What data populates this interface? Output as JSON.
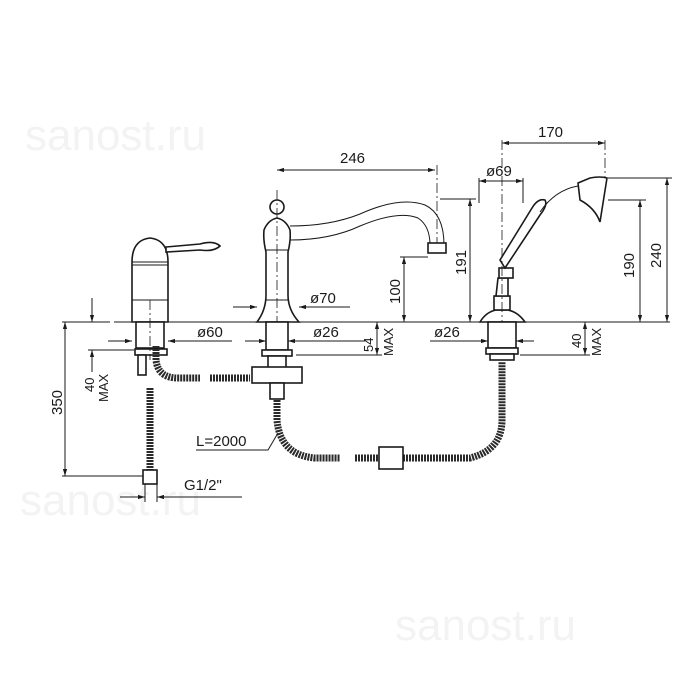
{
  "watermarks": [
    "sanost.ru",
    "sanost.ru",
    "sanost.ru"
  ],
  "dimensions": {
    "spout_reach": "246",
    "shower_reach": "170",
    "shower_base_diameter": "ø69",
    "spout_height": "191",
    "spout_clearance": "100",
    "shower_holder_height": "190",
    "shower_total_height": "240",
    "spout_base_diameter": "ø70",
    "mixer_base_diameter": "ø60",
    "spout_shank_diameter": "ø26",
    "shower_shank_diameter": "ø26",
    "spout_deck_thickness": "54",
    "shower_deck_thickness": "40",
    "mixer_deck_thickness": "40",
    "max_label": "MAX",
    "hose_length_to_connector": "350",
    "connection_thread": "G1/2\"",
    "shower_hose_length": "L=2000"
  }
}
